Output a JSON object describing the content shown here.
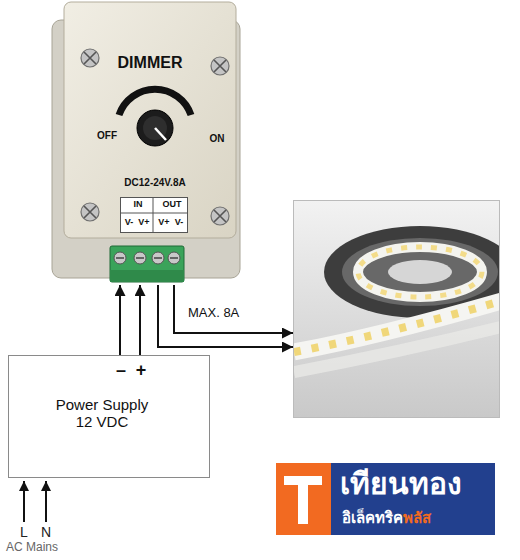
{
  "diagram": {
    "nodes": [
      {
        "text": [
          "DIMMER",
          "OFF",
          "ON",
          "DC12-24V.8A"
        ]
      },
      {
        "text": [
          "IN",
          "OUT",
          "V-",
          "V+",
          "V+",
          "V-"
        ],
        "in": 0
      },
      {
        "text": []
      },
      {
        "text": [
          "–",
          "+",
          "Power Supply 12 VDC"
        ]
      },
      {
        "text": [
          "เทียนทอง",
          "อิเล็คทริค",
          "พลัส"
        ]
      }
    ],
    "edges": [
      {
        "from": 3,
        "to": 0,
        "arrow": "to"
      },
      {
        "from": 3,
        "to": 0,
        "arrow": "to"
      },
      {
        "from": 0,
        "to": 2,
        "arrow": "to"
      },
      {
        "from": 0,
        "to": 2,
        "arrow": "to",
        "label": "MAX. 8A"
      }
    ],
    "labels": [
      "L",
      "N",
      "AC Mains"
    ]
  }
}
